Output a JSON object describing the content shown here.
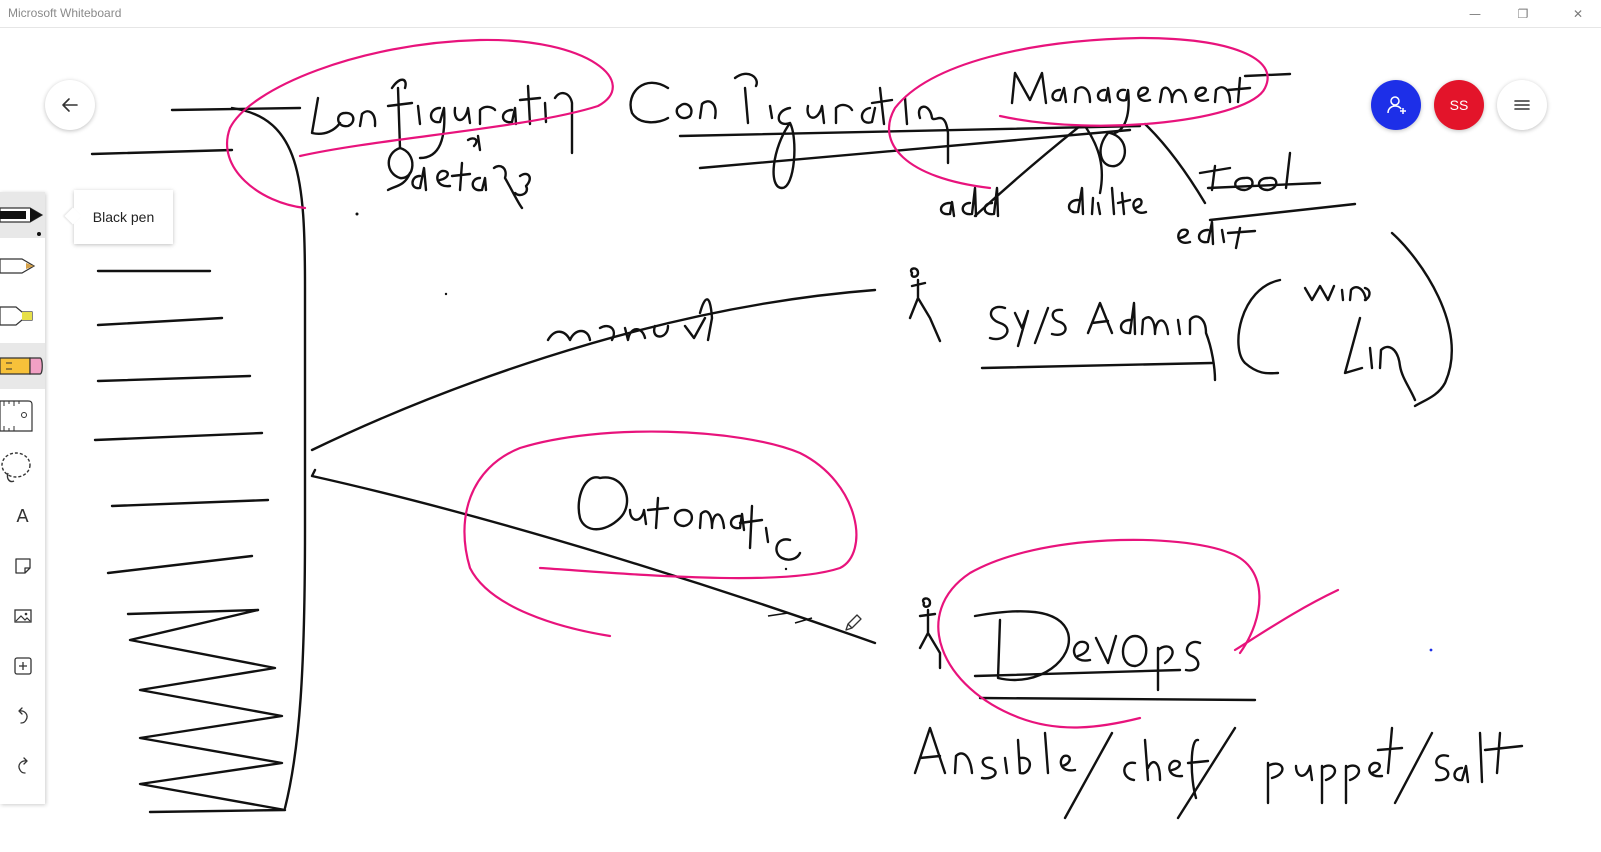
{
  "window": {
    "title": "Microsoft Whiteboard",
    "controls": {
      "minimize": "—",
      "restore": "❐",
      "close": "✕"
    }
  },
  "header": {
    "back_icon": "back-arrow-icon",
    "invite_icon": "add-person-icon",
    "avatar_initials": "SS",
    "menu_icon": "hamburger-icon"
  },
  "colors": {
    "ink_black": "#111111",
    "ink_pink": "#e8137c",
    "invite_blue": "#1d2fe8",
    "avatar_red": "#e3142a"
  },
  "toolbar": {
    "tools": [
      {
        "name": "black-pen",
        "icon": "pen-icon"
      },
      {
        "name": "yellow-pen",
        "icon": "pen-icon"
      },
      {
        "name": "highlighter",
        "icon": "highlighter-icon"
      },
      {
        "name": "eraser",
        "icon": "eraser-icon"
      },
      {
        "name": "ruler",
        "icon": "ruler-icon"
      },
      {
        "name": "lasso",
        "icon": "lasso-icon"
      },
      {
        "name": "text",
        "icon": "text-icon"
      },
      {
        "name": "note",
        "icon": "note-icon"
      },
      {
        "name": "image",
        "icon": "image-icon"
      },
      {
        "name": "add",
        "icon": "plus-icon"
      },
      {
        "name": "undo",
        "icon": "undo-icon"
      },
      {
        "name": "redo",
        "icon": "redo-icon"
      }
    ],
    "text_tool_glyph": "A",
    "tooltip": "Black pen"
  },
  "handwriting": {
    "configuration_details": "Configuration details",
    "configuration_management": "Configuration Management",
    "add": "add",
    "delete": "delete",
    "edit": "edit",
    "tool": "tool",
    "manual": "manual",
    "sys_admin": "Sys Admin",
    "win": "win",
    "lin": "Lin",
    "automatic": "Automatic",
    "devops": "DevOps",
    "tools_list": "Ansible / chef / puppet / salt"
  }
}
